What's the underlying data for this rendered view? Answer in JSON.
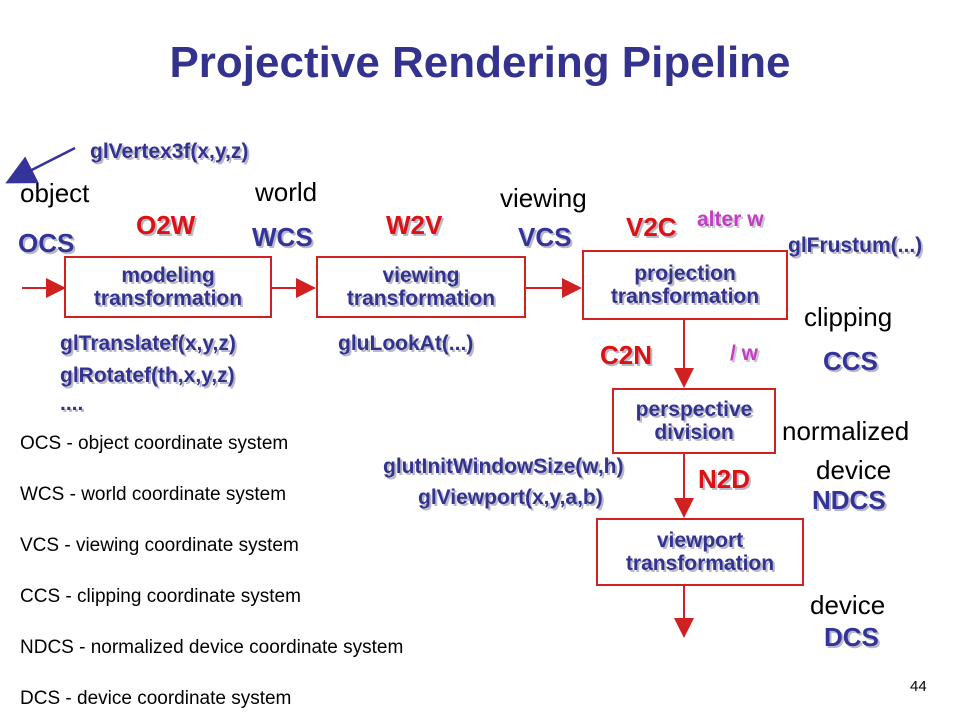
{
  "title": "Projective Rendering Pipeline",
  "gl_vertex": "glVertex3f(x,y,z)",
  "stages": {
    "object": {
      "label": "object",
      "abbr": "OCS"
    },
    "world": {
      "label": "world",
      "abbr": "WCS"
    },
    "viewing": {
      "label": "viewing",
      "abbr": "VCS"
    },
    "clipping": {
      "label": "clipping",
      "abbr": "CCS"
    },
    "normalized": {
      "label_line1": "normalized",
      "label_line2": "device",
      "abbr": "NDCS"
    },
    "device": {
      "label": "device",
      "abbr": "DCS"
    }
  },
  "transitions": {
    "o2w": "O2W",
    "w2v": "W2V",
    "v2c": "V2C",
    "c2n": "C2N",
    "n2d": "N2D"
  },
  "notes": {
    "alter_w": "alter w",
    "divide_w": "/ w"
  },
  "boxes": {
    "modeling": {
      "line1": "modeling",
      "line2": "transformation"
    },
    "viewing": {
      "line1": "viewing",
      "line2": "transformation"
    },
    "projection": {
      "line1": "projection",
      "line2": "transformation"
    },
    "perspective": {
      "line1": "perspective",
      "line2": "division"
    },
    "viewport": {
      "line1": "viewport",
      "line2": "transformation"
    }
  },
  "api": {
    "translate": "glTranslatef(x,y,z)",
    "rotate": "glRotatef(th,x,y,z)",
    "ellipsis": "....",
    "lookat": "gluLookAt(...)",
    "frustum": "glFrustum(...)",
    "window_size": "glutInitWindowSize(w,h)",
    "viewport": "glViewport(x,y,a,b)"
  },
  "legend": [
    "OCS - object coordinate system",
    "WCS - world coordinate system",
    "VCS - viewing coordinate system",
    "CCS - clipping coordinate system",
    "NDCS - normalized device coordinate system",
    "DCS - device coordinate system"
  ],
  "page_number": "44"
}
